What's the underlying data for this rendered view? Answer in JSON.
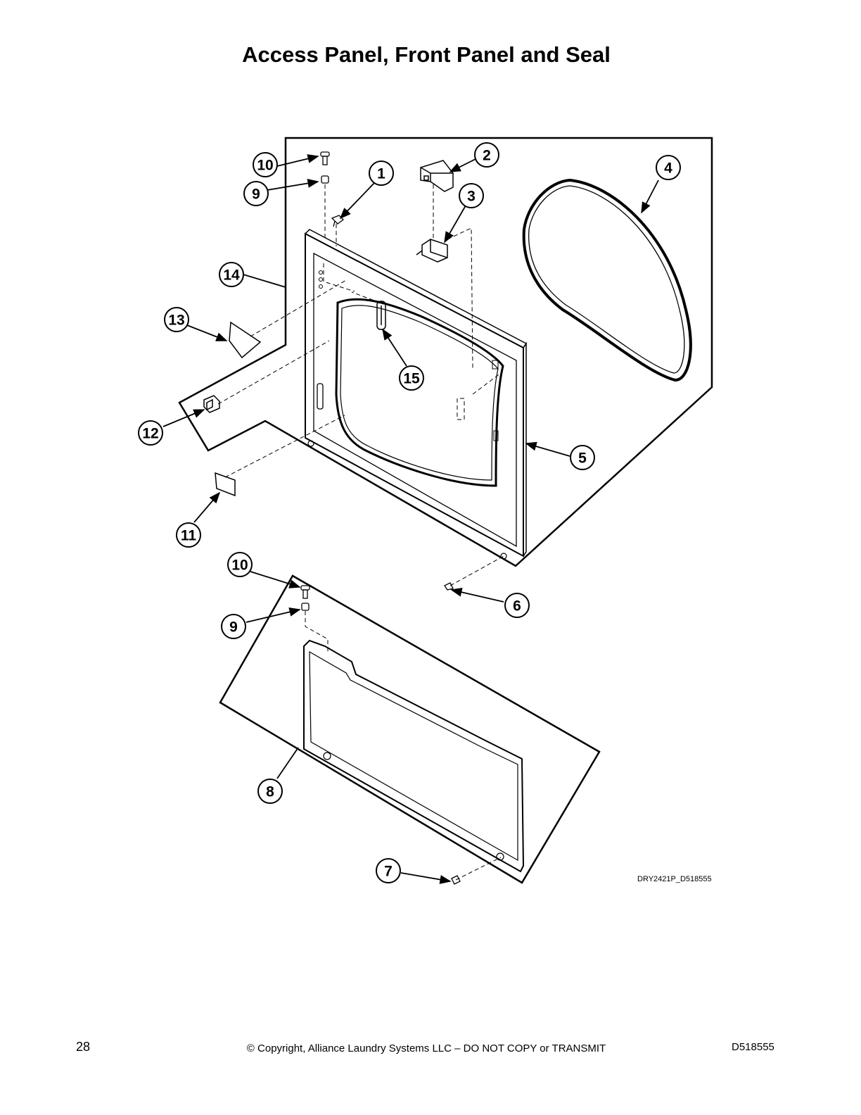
{
  "page": {
    "title": "Access Panel, Front Panel and Seal",
    "figure_id": "DRY2421P_D518555",
    "footer": {
      "page_number": "28",
      "copyright": "© Copyright, Alliance Laundry Systems LLC – DO NOT COPY or TRANSMIT",
      "doc_number": "D518555"
    }
  },
  "callouts": [
    "1",
    "2",
    "3",
    "4",
    "5",
    "6",
    "7",
    "8",
    "9",
    "10",
    "11",
    "12",
    "13",
    "14",
    "15",
    "9",
    "10"
  ]
}
